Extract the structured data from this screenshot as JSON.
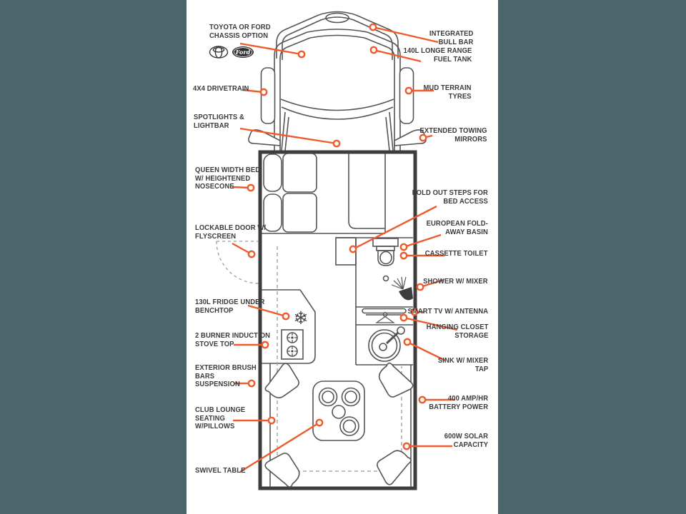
{
  "colors": {
    "background": "#4b656b",
    "panel": "#ffffff",
    "accent": "#ef5b2d",
    "line": "#555555",
    "wall": "#3d3d3d",
    "text": "#3b3b3b",
    "dash": "#9b9b9b"
  },
  "icons": {
    "snowflake": "❄"
  },
  "logos": {
    "ford_text": "Ford"
  },
  "labels": {
    "left": [
      {
        "id": "chassis-option",
        "text": "TOYOTA OR FORD\nCHASSIS OPTION"
      },
      {
        "id": "drivetrain",
        "text": "4X4 DRIVETRAIN"
      },
      {
        "id": "spotlights",
        "text": "SPOTLIGHTS &\nLIGHTBAR"
      },
      {
        "id": "queen-bed",
        "text": "QUEEN WIDTH BED\nW/ HEIGHTENED\nNOSECONE"
      },
      {
        "id": "lockable-door",
        "text": "LOCKABLE DOOR W/\nFLYSCREEN"
      },
      {
        "id": "fridge",
        "text": "130L FRIDGE UNDER\nBENCHTOP"
      },
      {
        "id": "stove",
        "text": "2 BURNER INDUCTION\nSTOVE TOP"
      },
      {
        "id": "brush-bars",
        "text": "EXTERIOR BRUSH\nBARS\nSUSPENSION"
      },
      {
        "id": "club-lounge",
        "text": "CLUB LOUNGE\nSEATING\nW/PILLOWS"
      },
      {
        "id": "swivel-table",
        "text": "SWIVEL TABLE"
      }
    ],
    "right": [
      {
        "id": "bull-bar",
        "text": "INTEGRATED\nBULL BAR"
      },
      {
        "id": "fuel-tank",
        "text": "140L LONGE RANGE\nFUEL TANK"
      },
      {
        "id": "tyres",
        "text": "MUD TERRAIN\nTYRES"
      },
      {
        "id": "mirrors",
        "text": "EXTENDED TOWING\nMIRRORS"
      },
      {
        "id": "steps",
        "text": "FOLD OUT STEPS FOR\nBED ACCESS"
      },
      {
        "id": "basin",
        "text": "EUROPEAN FOLD-\nAWAY BASIN"
      },
      {
        "id": "toilet",
        "text": "CASSETTE TOILET"
      },
      {
        "id": "shower",
        "text": "SHOWER W/ MIXER"
      },
      {
        "id": "tv",
        "text": "SMART TV W/ ANTENNA"
      },
      {
        "id": "closet",
        "text": "HANGING CLOSET\nSTORAGE"
      },
      {
        "id": "sink",
        "text": "SINK W/ MIXER\nTAP"
      },
      {
        "id": "battery",
        "text": "400 AMP/HR\nBATTERY POWER"
      },
      {
        "id": "solar",
        "text": "600W SOLAR\nCAPACITY"
      }
    ]
  }
}
